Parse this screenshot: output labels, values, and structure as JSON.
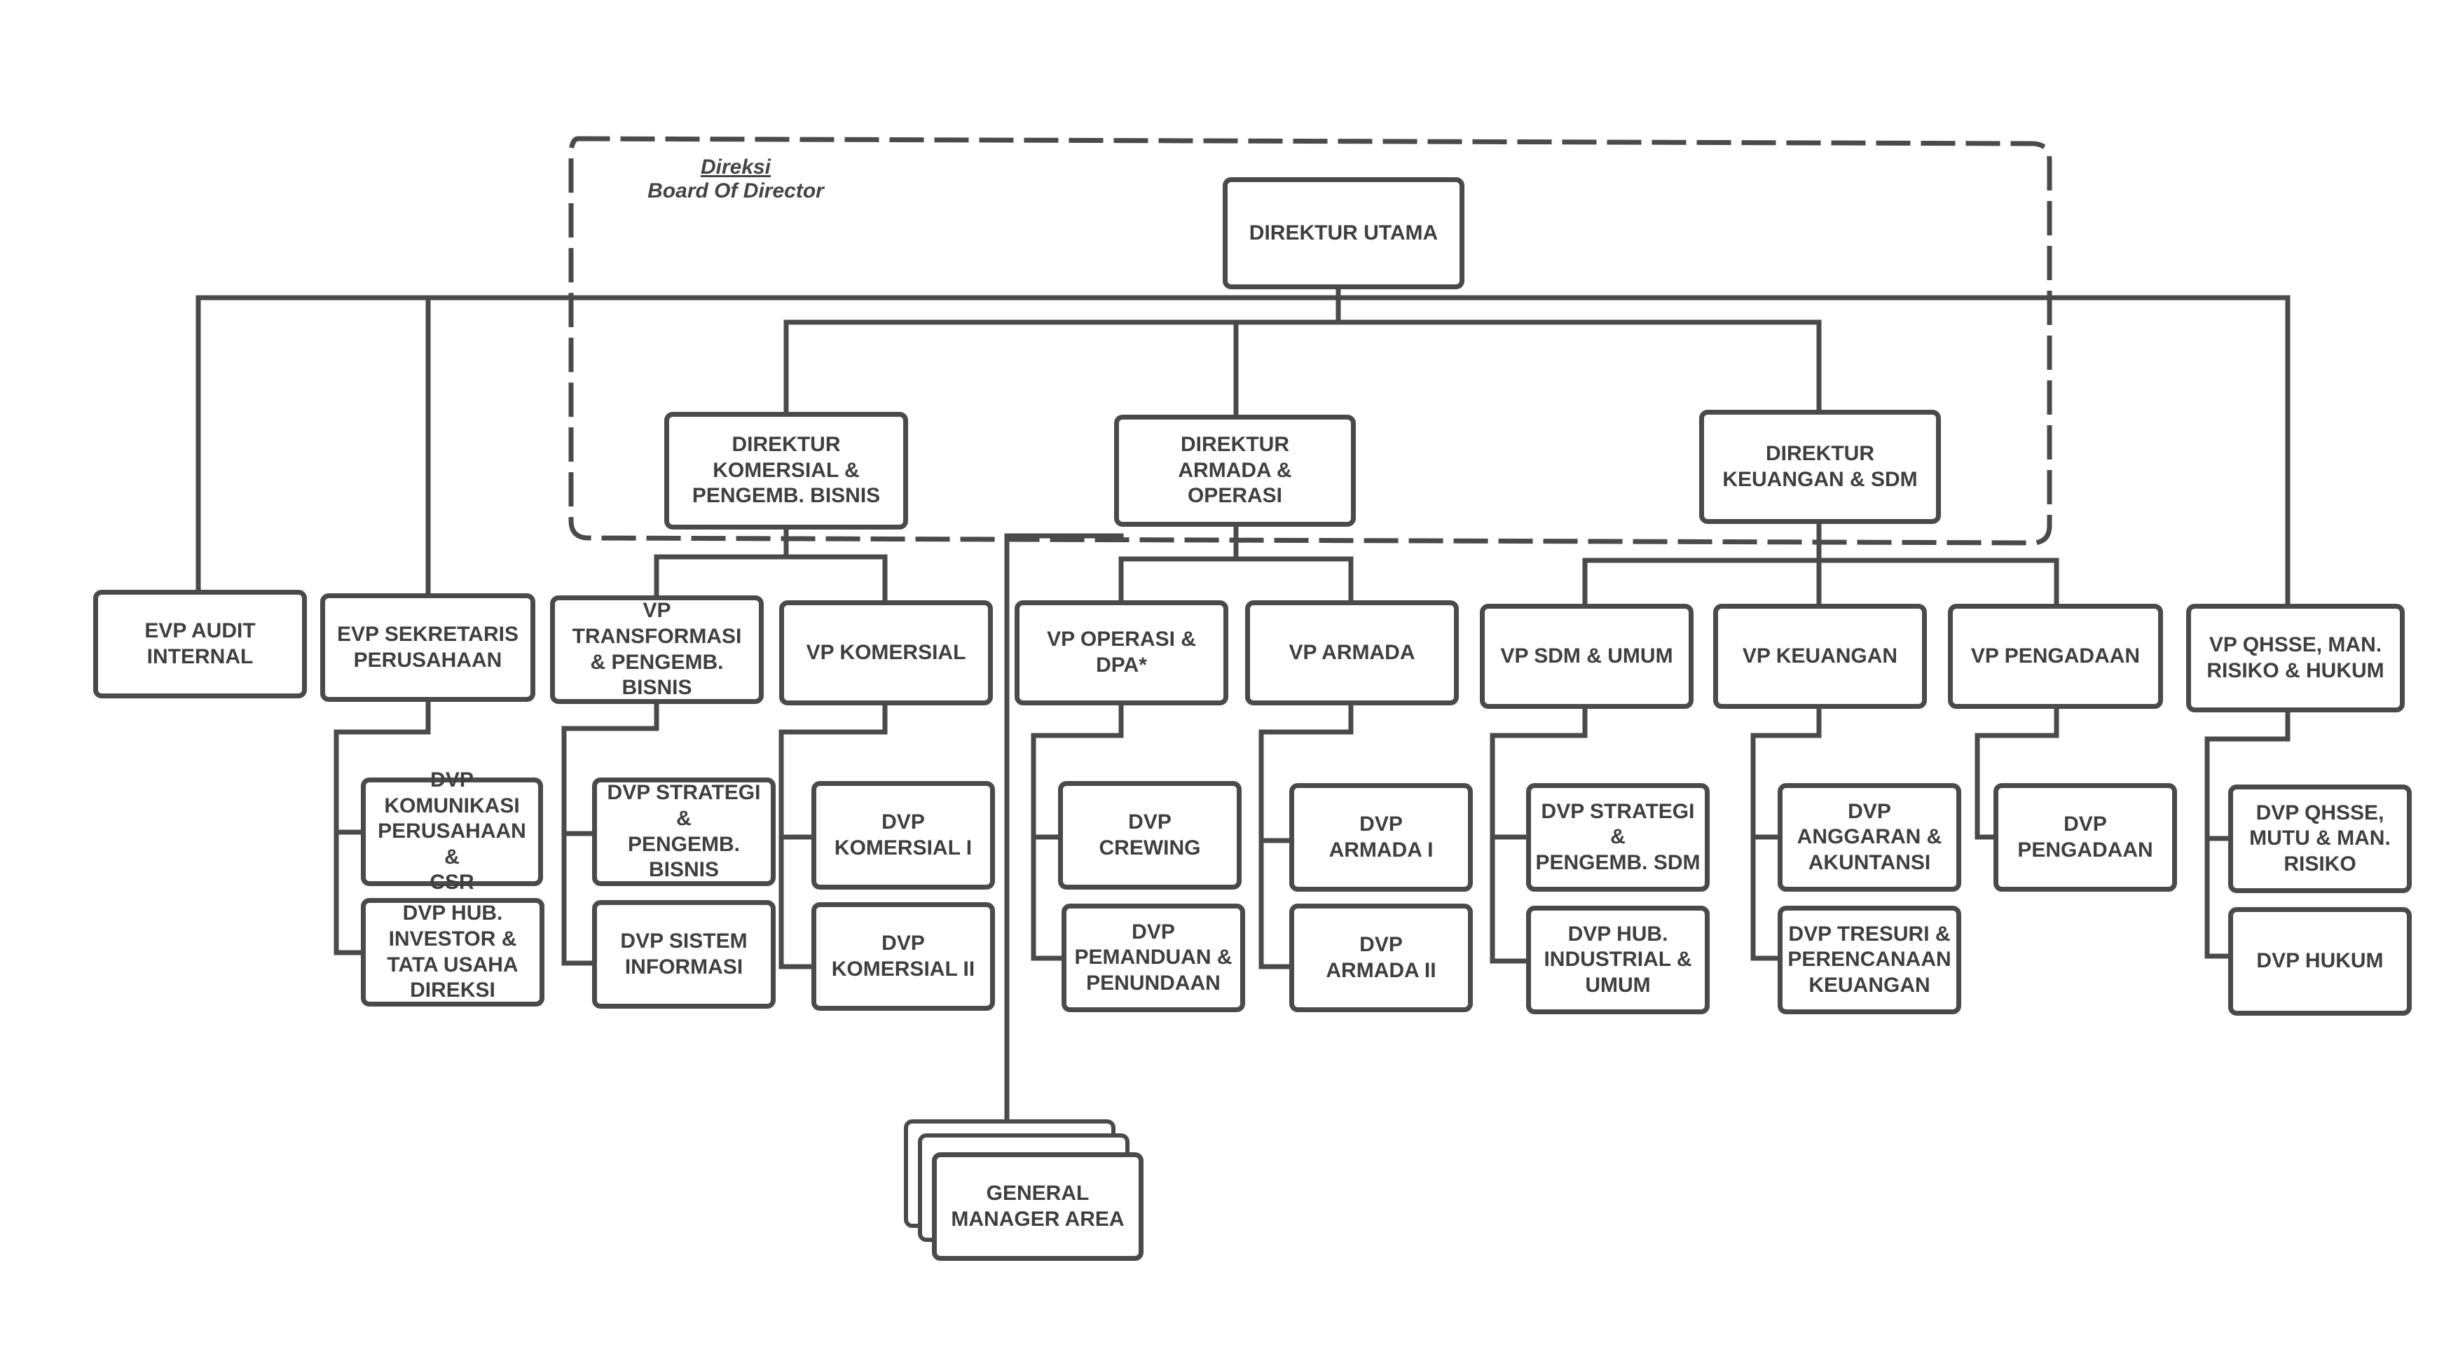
{
  "board_label": {
    "title": "Direksi",
    "subtitle": "Board Of Director"
  },
  "boxes": {
    "direktur_utama": "DIREKTUR UTAMA",
    "direktur_komersial": "DIREKTUR\nKOMERSIAL &\nPENGEMB. BISNIS",
    "direktur_armada": "DIREKTUR\nARMADA &\nOPERASI",
    "direktur_keuangan": "DIREKTUR\nKEUANGAN & SDM",
    "evp_audit": "EVP AUDIT\nINTERNAL",
    "evp_sekretaris": "EVP SEKRETARIS\nPERUSAHAAN",
    "vp_transformasi": "VP TRANSFORMASI\n& PENGEMB.\nBISNIS",
    "vp_komersial": "VP KOMERSIAL",
    "vp_operasi": "VP OPERASI &\nDPA*",
    "vp_armada": "VP ARMADA",
    "vp_sdm": "VP SDM & UMUM",
    "vp_keuangan": "VP KEUANGAN",
    "vp_pengadaan": "VP PENGADAAN",
    "vp_qhsse": "VP QHSSE, MAN.\nRISIKO & HUKUM",
    "dvp_komunikasi": "DVP\nKOMUNIKASI\nPERUSAHAAN &\nCSR",
    "dvp_hub_investor": "DVP HUB.\nINVESTOR &\nTATA USAHA\nDIREKSI",
    "dvp_strategi_bisnis": "DVP STRATEGI &\nPENGEMB.\nBISNIS",
    "dvp_sistem_informasi": "DVP SISTEM\nINFORMASI",
    "dvp_komersial_1": "DVP\nKOMERSIAL I",
    "dvp_komersial_2": "DVP\nKOMERSIAL II",
    "dvp_crewing": "DVP\nCREWING",
    "dvp_pemanduan": "DVP\nPEMANDUAN &\nPENUNDAAN",
    "dvp_armada_1": "DVP\nARMADA I",
    "dvp_armada_2": "DVP\nARMADA II",
    "dvp_strategi_sdm": "DVP STRATEGI &\nPENGEMB. SDM",
    "dvp_hub_industrial": "DVP HUB.\nINDUSTRIAL &\nUMUM",
    "dvp_anggaran": "DVP\nANGGARAN &\nAKUNTANSI",
    "dvp_tresuri": "DVP TRESURI &\nPERENCANAAN\nKEUANGAN",
    "dvp_pengadaan": "DVP\nPENGADAAN",
    "dvp_qhsse": "DVP QHSSE,\nMUTU & MAN.\nRISIKO",
    "dvp_hukum": "DVP HUKUM",
    "gm_area": "GENERAL\nMANAGER AREA"
  },
  "colors": {
    "line": "#4a4a4a",
    "text": "#3f3f3f",
    "background": "#ffffff"
  }
}
